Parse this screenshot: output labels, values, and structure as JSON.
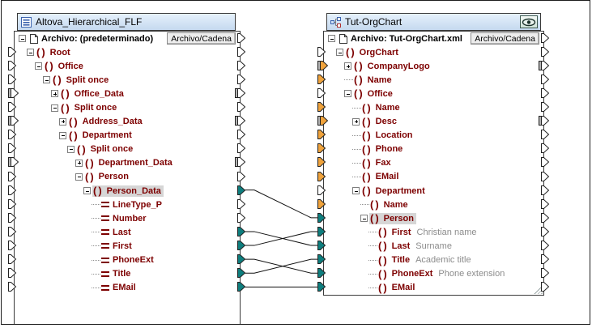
{
  "window": {
    "background": "#ffffff",
    "border": "#1c1c1c"
  },
  "colors": {
    "element_text": "#7d0000",
    "annotation_text": "#8c8c8c",
    "selection_bg": "#d6d6d6",
    "conn_white": "#ffffff",
    "conn_orange": "#f0a33c",
    "conn_teal": "#0e7e7e",
    "conn_gray": "#b4b4b4",
    "titlebar_top": "#e6f1fc",
    "titlebar_bottom": "#c5d9ef"
  },
  "icons": {
    "left_title": "flat-file-icon",
    "right_title": "xml-schema-icon",
    "file_row": "document-icon",
    "eye": "eye-icon",
    "collapse": "minus-box-icon",
    "expand": "plus-box-icon",
    "element": "angle-brackets-icon",
    "field": "equals-field-icon"
  },
  "components": [
    {
      "id": "flf",
      "title": "Altova_Hierarchical_FLF",
      "has_eye": false,
      "file": {
        "label": "Archivo: (predeterminado)",
        "button": "Archivo/Cadena",
        "out": "white"
      },
      "rows": [
        {
          "label": "Root",
          "level": 1,
          "expand": "minus",
          "icon": "element",
          "in": "white",
          "out": "white"
        },
        {
          "label": "Office",
          "level": 2,
          "expand": "minus",
          "icon": "element",
          "in": "white",
          "out": "white"
        },
        {
          "label": "Split once",
          "level": 3,
          "expand": "minus",
          "icon": "element",
          "in": "white",
          "out": "white"
        },
        {
          "label": "Office_Data",
          "level": 4,
          "expand": "plus",
          "icon": "element",
          "in": "double",
          "out": "double"
        },
        {
          "label": "Split once",
          "level": 4,
          "expand": "minus",
          "icon": "element",
          "in": "white",
          "out": "white"
        },
        {
          "label": "Address_Data",
          "level": 5,
          "expand": "plus",
          "icon": "element",
          "in": "double",
          "out": "double"
        },
        {
          "label": "Department",
          "level": 5,
          "expand": "minus",
          "icon": "element",
          "in": "white",
          "out": "white"
        },
        {
          "label": "Split once",
          "level": 6,
          "expand": "minus",
          "icon": "element",
          "in": "white",
          "out": "white"
        },
        {
          "label": "Department_Data",
          "level": 7,
          "expand": "plus",
          "icon": "element",
          "in": "double",
          "out": "double"
        },
        {
          "label": "Person",
          "level": 7,
          "expand": "minus",
          "icon": "element",
          "in": "white",
          "out": "white"
        },
        {
          "label": "Person_Data",
          "level": 8,
          "expand": "minus",
          "icon": "element",
          "in": "white",
          "out": "teal",
          "selected": true
        },
        {
          "label": "LineType_P",
          "level": 9,
          "icon": "field",
          "in": "white",
          "out": "white"
        },
        {
          "label": "Number",
          "level": 9,
          "icon": "field",
          "in": "white",
          "out": "white"
        },
        {
          "label": "Last",
          "level": 9,
          "icon": "field",
          "in": "white",
          "out": "teal"
        },
        {
          "label": "First",
          "level": 9,
          "icon": "field",
          "in": "white",
          "out": "teal"
        },
        {
          "label": "PhoneExt",
          "level": 9,
          "icon": "field",
          "in": "white",
          "out": "teal"
        },
        {
          "label": "Title",
          "level": 9,
          "icon": "field",
          "in": "white",
          "out": "teal"
        },
        {
          "label": "EMail",
          "level": 9,
          "icon": "field",
          "in": "white",
          "out": "teal"
        }
      ]
    },
    {
      "id": "orgchart",
      "title": "Tut-OrgChart",
      "has_eye": true,
      "file": {
        "label": "Archivo: Tut-OrgChart.xml",
        "button": "Archivo/Cadena",
        "out": "white"
      },
      "rows": [
        {
          "label": "OrgChart",
          "level": 1,
          "expand": "minus",
          "icon": "element",
          "in": "white",
          "out": "white"
        },
        {
          "label": "CompanyLogo",
          "level": 2,
          "expand": "plus",
          "icon": "element",
          "in": "orange-double",
          "out": "double"
        },
        {
          "label": "Name",
          "level": 2,
          "icon": "element",
          "in": "orange",
          "out": "white"
        },
        {
          "label": "Office",
          "level": 2,
          "expand": "minus",
          "icon": "element",
          "in": "white",
          "out": "white"
        },
        {
          "label": "Name",
          "level": 3,
          "icon": "element",
          "in": "orange",
          "out": "white"
        },
        {
          "label": "Desc",
          "level": 3,
          "expand": "plus",
          "icon": "element",
          "in": "orange-double",
          "out": "double"
        },
        {
          "label": "Location",
          "level": 3,
          "icon": "element",
          "in": "orange",
          "out": "white"
        },
        {
          "label": "Phone",
          "level": 3,
          "icon": "element",
          "in": "orange",
          "out": "white"
        },
        {
          "label": "Fax",
          "level": 3,
          "icon": "element",
          "in": "orange",
          "out": "white"
        },
        {
          "label": "EMail",
          "level": 3,
          "icon": "element",
          "in": "orange",
          "out": "white"
        },
        {
          "label": "Department",
          "level": 3,
          "expand": "minus",
          "icon": "element",
          "in": "white",
          "out": "white"
        },
        {
          "label": "Name",
          "level": 4,
          "icon": "element",
          "in": "orange",
          "out": "white"
        },
        {
          "label": "Person",
          "level": 4,
          "expand": "minus",
          "icon": "element",
          "in": "teal",
          "out": "white",
          "selected": true
        },
        {
          "label": "First",
          "level": 5,
          "icon": "element",
          "in": "teal",
          "out": "white",
          "note": "Christian name"
        },
        {
          "label": "Last",
          "level": 5,
          "icon": "element",
          "in": "teal",
          "out": "white",
          "note": "Surname"
        },
        {
          "label": "Title",
          "level": 5,
          "icon": "element",
          "in": "teal",
          "out": "white",
          "note": "Academic title"
        },
        {
          "label": "PhoneExt",
          "level": 5,
          "icon": "element",
          "in": "teal",
          "out": "white",
          "note": "Phone extension"
        },
        {
          "label": "EMail",
          "level": 5,
          "icon": "element",
          "in": "teal",
          "out": "white"
        }
      ]
    }
  ],
  "connections": [
    {
      "from_index": 10,
      "from_label": "Person_Data",
      "to_index": 12,
      "to_label": "Person"
    },
    {
      "from_index": 13,
      "from_label": "Last",
      "to_index": 14,
      "to_label": "Last"
    },
    {
      "from_index": 14,
      "from_label": "First",
      "to_index": 13,
      "to_label": "First"
    },
    {
      "from_index": 15,
      "from_label": "PhoneExt",
      "to_index": 16,
      "to_label": "PhoneExt"
    },
    {
      "from_index": 16,
      "from_label": "Title",
      "to_index": 15,
      "to_label": "Title"
    },
    {
      "from_index": 17,
      "from_label": "EMail",
      "to_index": 17,
      "to_label": "EMail"
    }
  ]
}
